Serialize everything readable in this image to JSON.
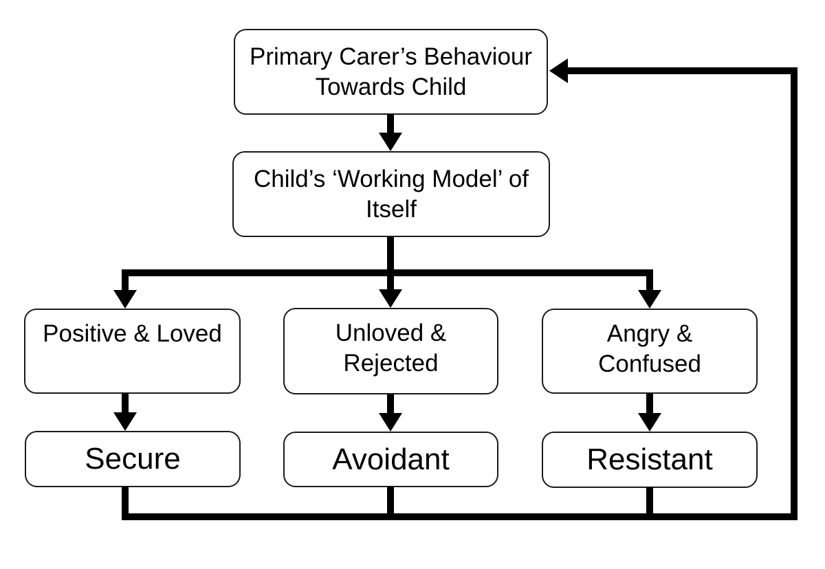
{
  "colors": {
    "line": "#000000",
    "border": "#1a1a1a",
    "background": "#ffffff",
    "text": "#000000"
  },
  "nodes": {
    "primary_carer": {
      "lines": [
        "Primary Carer’s Behaviour",
        "Towards Child"
      ]
    },
    "working_model": {
      "lines": [
        "Child’s ‘Working Model’ of",
        "Itself"
      ]
    },
    "positive_loved": {
      "lines": [
        "Positive & Loved"
      ]
    },
    "unloved_rejected": {
      "lines": [
        "Unloved &",
        "Rejected"
      ]
    },
    "angry_confused": {
      "lines": [
        "Angry &",
        "Confused"
      ]
    },
    "secure": {
      "lines": [
        "Secure"
      ]
    },
    "avoidant": {
      "lines": [
        "Avoidant"
      ]
    },
    "resistant": {
      "lines": [
        "Resistant"
      ]
    }
  },
  "edges": [
    {
      "from": "primary_carer",
      "to": "working_model",
      "style": "arrow"
    },
    {
      "from": "working_model",
      "to": "positive_loved",
      "style": "arrow"
    },
    {
      "from": "working_model",
      "to": "unloved_rejected",
      "style": "arrow"
    },
    {
      "from": "working_model",
      "to": "angry_confused",
      "style": "arrow"
    },
    {
      "from": "positive_loved",
      "to": "secure",
      "style": "arrow"
    },
    {
      "from": "unloved_rejected",
      "to": "avoidant",
      "style": "arrow"
    },
    {
      "from": "angry_confused",
      "to": "resistant",
      "style": "arrow"
    },
    {
      "from": "secure",
      "to": "primary_carer",
      "style": "feedback-arrow"
    },
    {
      "from": "avoidant",
      "to": "primary_carer",
      "style": "feedback-arrow"
    },
    {
      "from": "resistant",
      "to": "primary_carer",
      "style": "feedback-arrow"
    }
  ]
}
